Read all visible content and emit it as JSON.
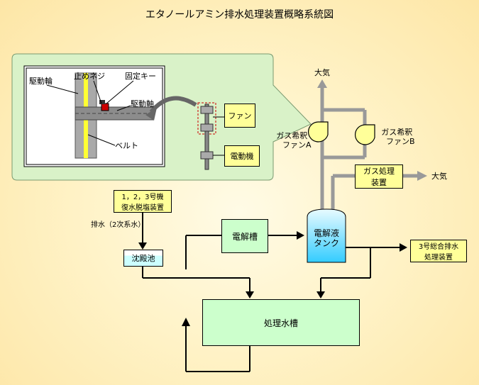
{
  "title": "エタノールアミン排水処理装置概略系統図",
  "labels": {
    "drive_wheel": "駆動輪",
    "set_screw": "止めネジ",
    "fixed_key": "固定キー",
    "drive_shaft": "駆動軸",
    "belt": "ベルト",
    "atmosphere_top": "大気",
    "fan_a_line1": "ガス希釈",
    "fan_a_line2": "ファンA",
    "fan_b_line1": "ガス希釈",
    "fan_b_line2": "ファンB",
    "atmosphere_right": "大気",
    "discharge": "排水（2次系水）"
  },
  "boxes": {
    "fan": "ファン",
    "motor": "電動機",
    "gas_treatment_l1": "ガス処理",
    "gas_treatment_l2": "装置",
    "demineralizer_l1": "1，2，3号機",
    "demineralizer_l2": "復水脱塩装置",
    "settling_pond": "沈殿池",
    "electrolysis_tank": "電解槽",
    "electrolyte_tank_l1": "電解液",
    "electrolyte_tank_l2": "タンク",
    "unit3_discharge_l1": "3号総合排水",
    "unit3_discharge_l2": "処理装置",
    "treated_water_tank": "処理水槽"
  },
  "colors": {
    "pipe_gray": "#999999",
    "line_black": "#000000",
    "callout_green": "#d9f2c8",
    "box_yellow": "#ffff99",
    "box_green": "#ccffcc",
    "tank_cyan": "#33ccff",
    "shaft_yellow": "#ffff33",
    "key_red": "#cc0000"
  }
}
